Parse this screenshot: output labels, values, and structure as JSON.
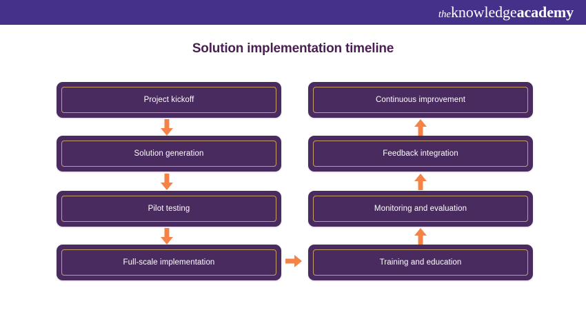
{
  "header": {
    "brand_the": "the",
    "brand_knowledge": "knowledge",
    "brand_academy": "academy",
    "bar_color": "#453189"
  },
  "title": "Solution implementation timeline",
  "colors": {
    "node_fill": "#4A2B60",
    "node_inner_border": "#C9A06A",
    "arrow": "#F58345",
    "title_text": "#4A1F52",
    "label_text": "#FFFFFF"
  },
  "diagram": {
    "type": "flow",
    "left_column": [
      {
        "label": "Project kickoff"
      },
      {
        "label": "Solution generation"
      },
      {
        "label": "Pilot testing"
      },
      {
        "label": "Full-scale implementation"
      }
    ],
    "right_column": [
      {
        "label": "Continuous improvement"
      },
      {
        "label": "Feedback integration"
      },
      {
        "label": "Monitoring and evaluation"
      },
      {
        "label": "Training and education"
      }
    ],
    "arrows": [
      {
        "name": "arrow-down-kickoff-to-generation",
        "direction": "down"
      },
      {
        "name": "arrow-down-generation-to-pilot",
        "direction": "down"
      },
      {
        "name": "arrow-down-pilot-to-fullscale",
        "direction": "down"
      },
      {
        "name": "arrow-right-fullscale-to-training",
        "direction": "right"
      },
      {
        "name": "arrow-up-training-to-monitoring",
        "direction": "up"
      },
      {
        "name": "arrow-up-monitoring-to-feedback",
        "direction": "up"
      },
      {
        "name": "arrow-up-feedback-to-improvement",
        "direction": "up"
      }
    ]
  }
}
